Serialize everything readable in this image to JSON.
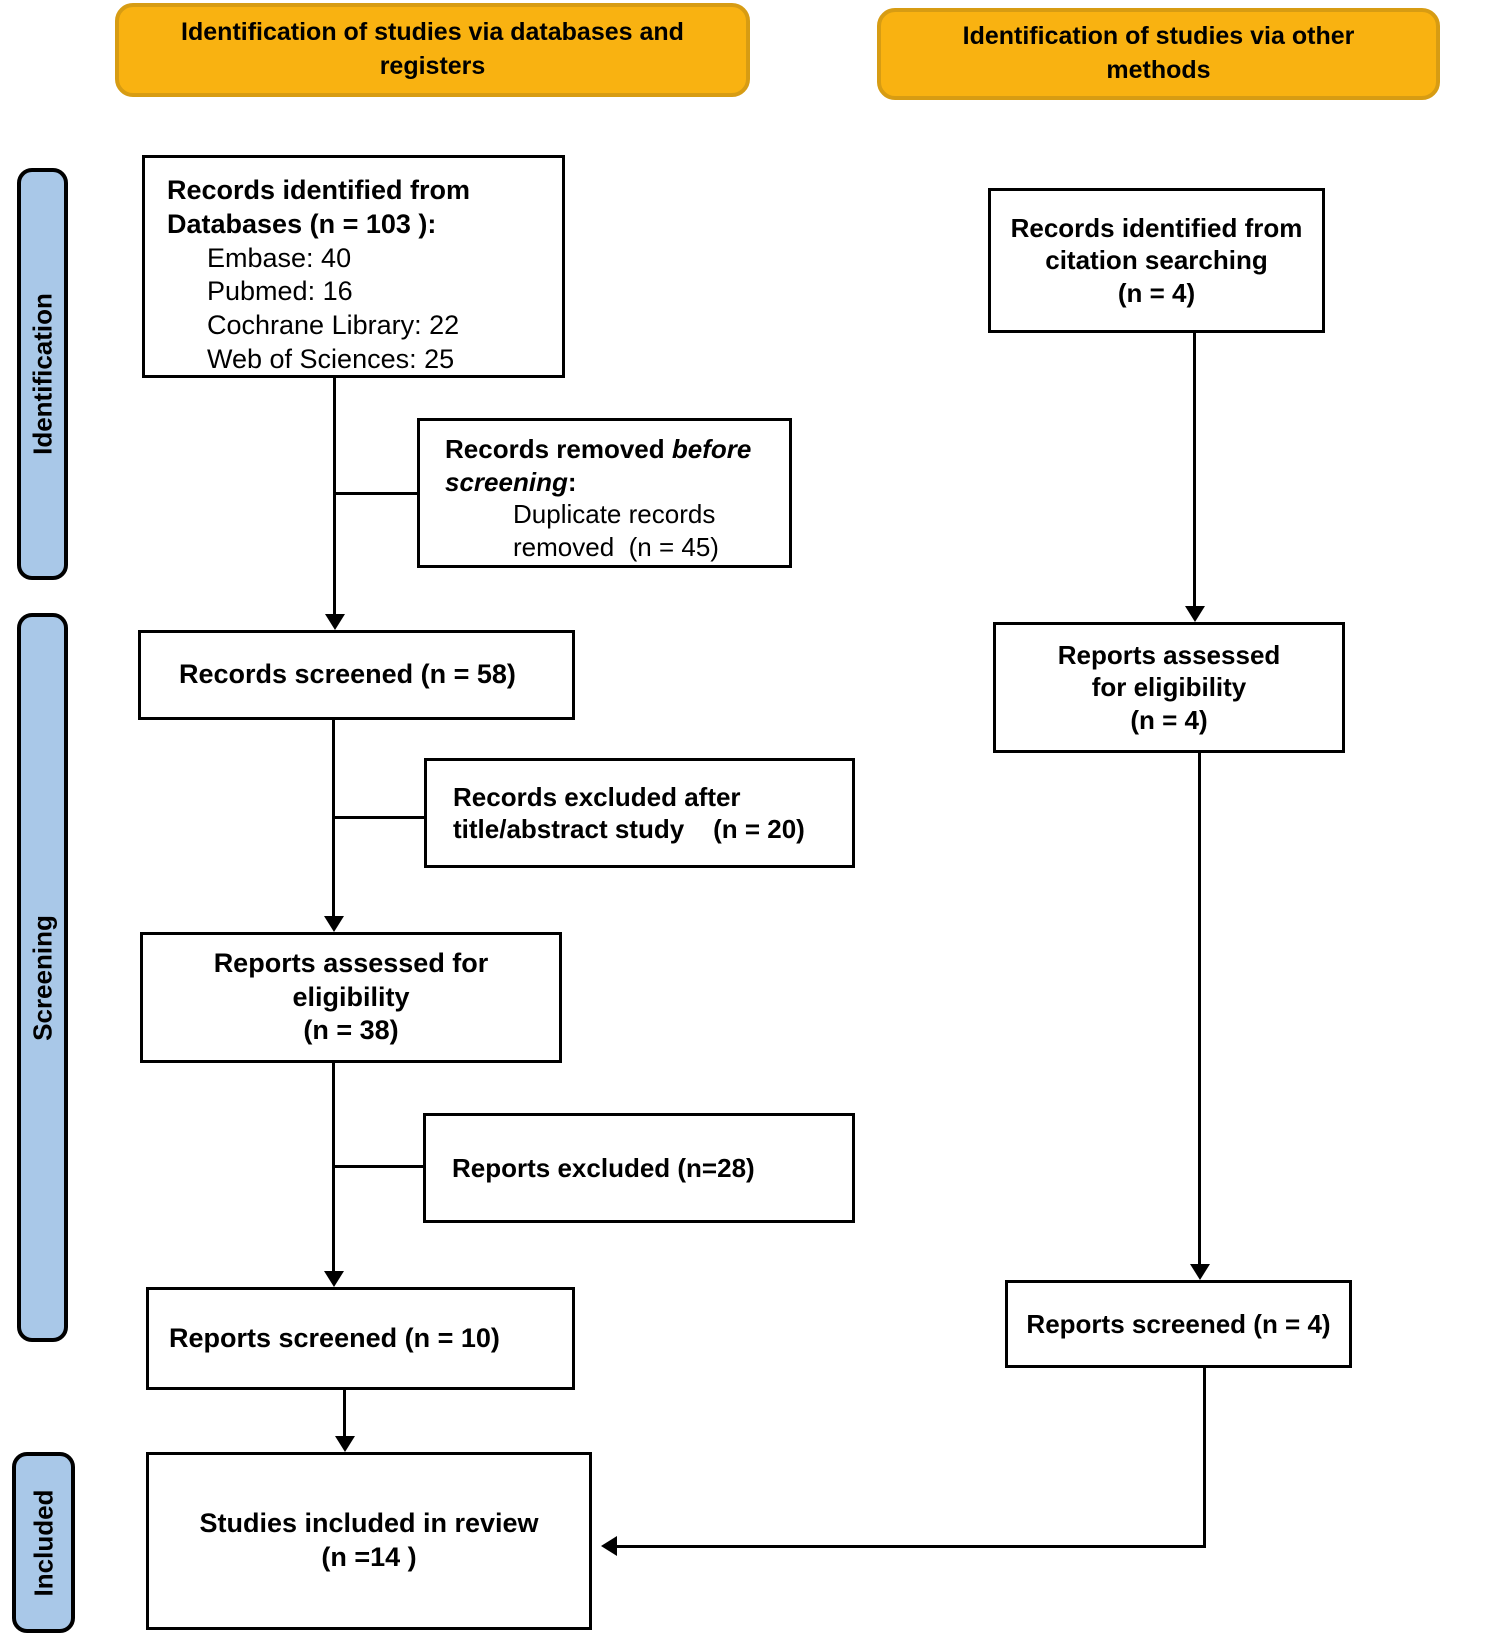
{
  "headers": {
    "left": "Identification of studies via databases and registers",
    "right": "Identification of studies via other methods"
  },
  "colors": {
    "header_fill": "#f9b211",
    "header_border": "#d79c13",
    "stage_fill": "#a9c8e8",
    "box_border": "#000000",
    "background": "#ffffff"
  },
  "stages": [
    {
      "label": "Identification"
    },
    {
      "label": "Screening"
    },
    {
      "label": "Included"
    }
  ],
  "boxes": {
    "db_identified": {
      "title_lines": [
        "Records identified from",
        "Databases (n = 103 ):"
      ],
      "items": [
        "Embase: 40",
        "Pubmed: 16",
        "Cochrane Library: 22",
        "Web of Sciences: 25"
      ]
    },
    "removed_before": {
      "l1_bold": "Records removed ",
      "l1_italic": "before",
      "l2_italic": "screening",
      "l2_colon": ":",
      "items": [
        "Duplicate records",
        "removed  (n = 45)"
      ]
    },
    "records_screened": {
      "label": "Records screened (n = 58)"
    },
    "records_excluded": {
      "lines": [
        "Records excluded after",
        "title/abstract study    (n = 20)"
      ]
    },
    "assessed_left": {
      "lines": [
        "Reports assessed for",
        "eligibility",
        "(n = 38)"
      ]
    },
    "reports_excluded": {
      "label": "Reports excluded (n=28)"
    },
    "reports_screened_left": {
      "label": "Reports screened (n = 10)"
    },
    "included": {
      "lines": [
        "Studies included in review",
        "(n =14 )"
      ]
    },
    "citation_identified": {
      "lines": [
        "Records identified from",
        "citation searching",
        "(n = 4)"
      ]
    },
    "assessed_right": {
      "lines": [
        "Reports assessed",
        "for eligibility",
        "(n = 4)"
      ]
    },
    "reports_screened_right": {
      "label": "Reports screened (n = 4)"
    }
  }
}
